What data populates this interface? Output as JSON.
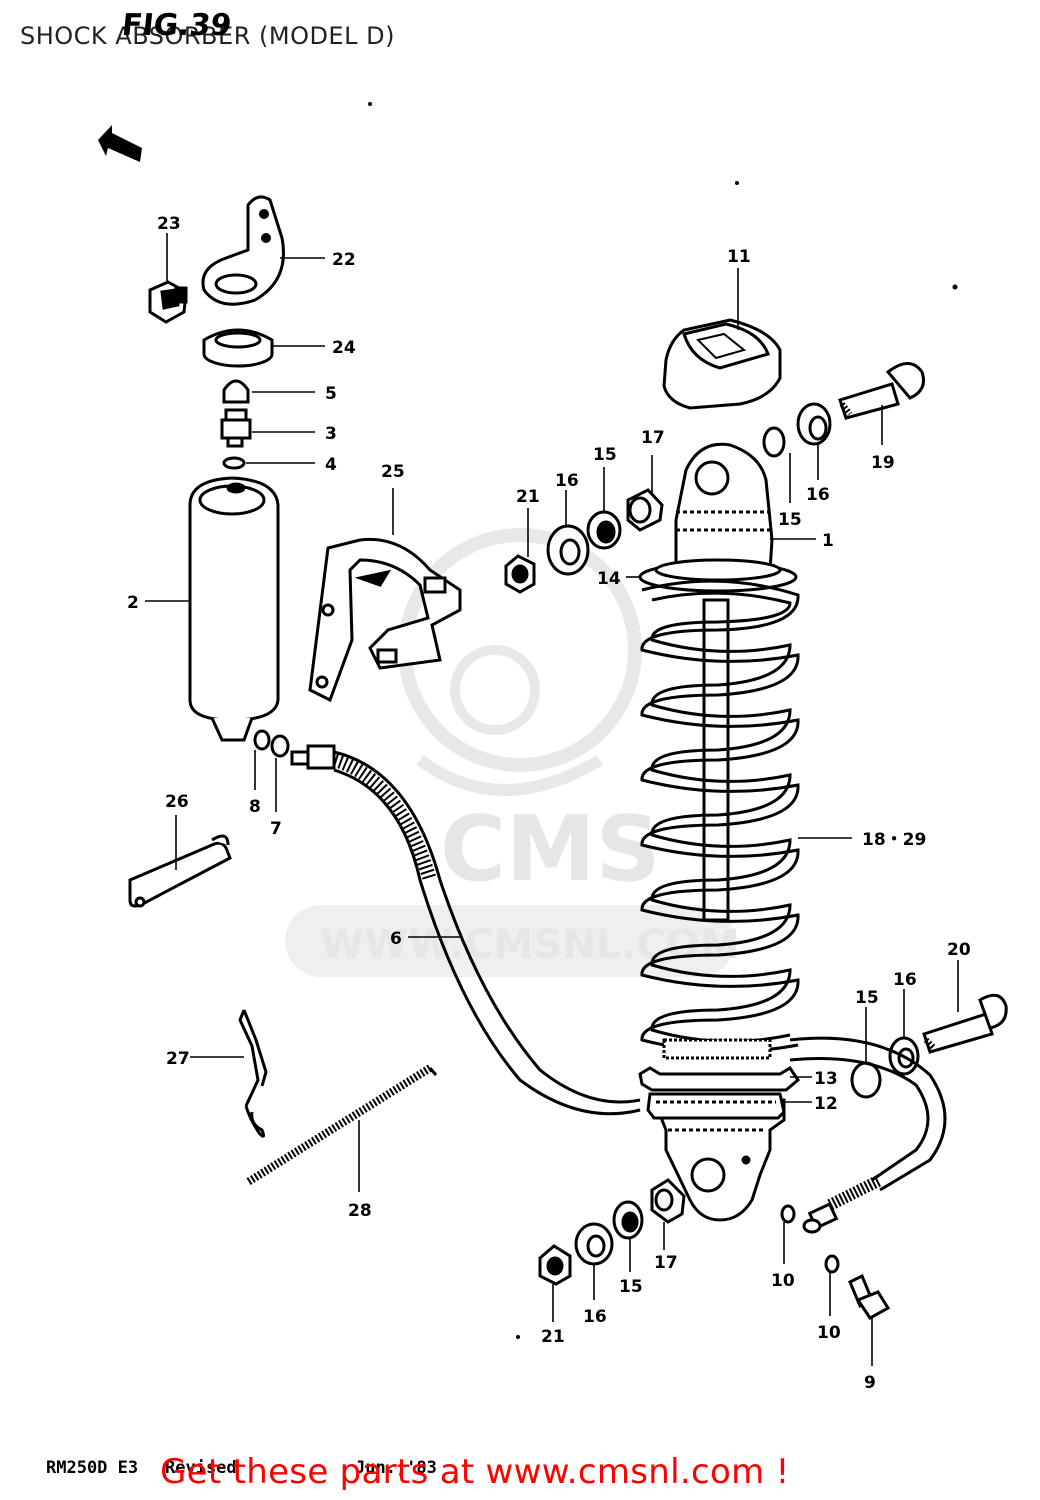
{
  "title": "SHOCK ABSORBER (MODEL D)",
  "figure": "FIG.39",
  "footer": {
    "model": "RM250D E3",
    "revised": "Revised",
    "date": "Jun.,'83",
    "promo": "Get these parts at www.cmsnl.com !"
  },
  "watermark": {
    "brand": "CMS",
    "url": "WWW.CMSNL.COM"
  },
  "parts": {
    "p1": "1",
    "p2": "2",
    "p3": "3",
    "p4": "4",
    "p5": "5",
    "p6": "6",
    "p7": "7",
    "p8": "8",
    "p9": "9",
    "p10a": "10",
    "p10b": "10",
    "p11": "11",
    "p12": "12",
    "p13": "13",
    "p14": "14",
    "p15a": "15",
    "p15b": "15",
    "p15c": "15",
    "p15d": "15",
    "p16a": "16",
    "p16b": "16",
    "p16c": "16",
    "p16d": "16",
    "p17a": "17",
    "p17b": "17",
    "p18": "18・29",
    "p19": "19",
    "p20": "20",
    "p21a": "21",
    "p21b": "21",
    "p22": "22",
    "p23": "23",
    "p24": "24",
    "p25": "25",
    "p26": "26",
    "p27": "27",
    "p28": "28"
  },
  "colors": {
    "ink": "#000000",
    "promo": "#ff0000",
    "watermark": "#e6e6e6"
  }
}
